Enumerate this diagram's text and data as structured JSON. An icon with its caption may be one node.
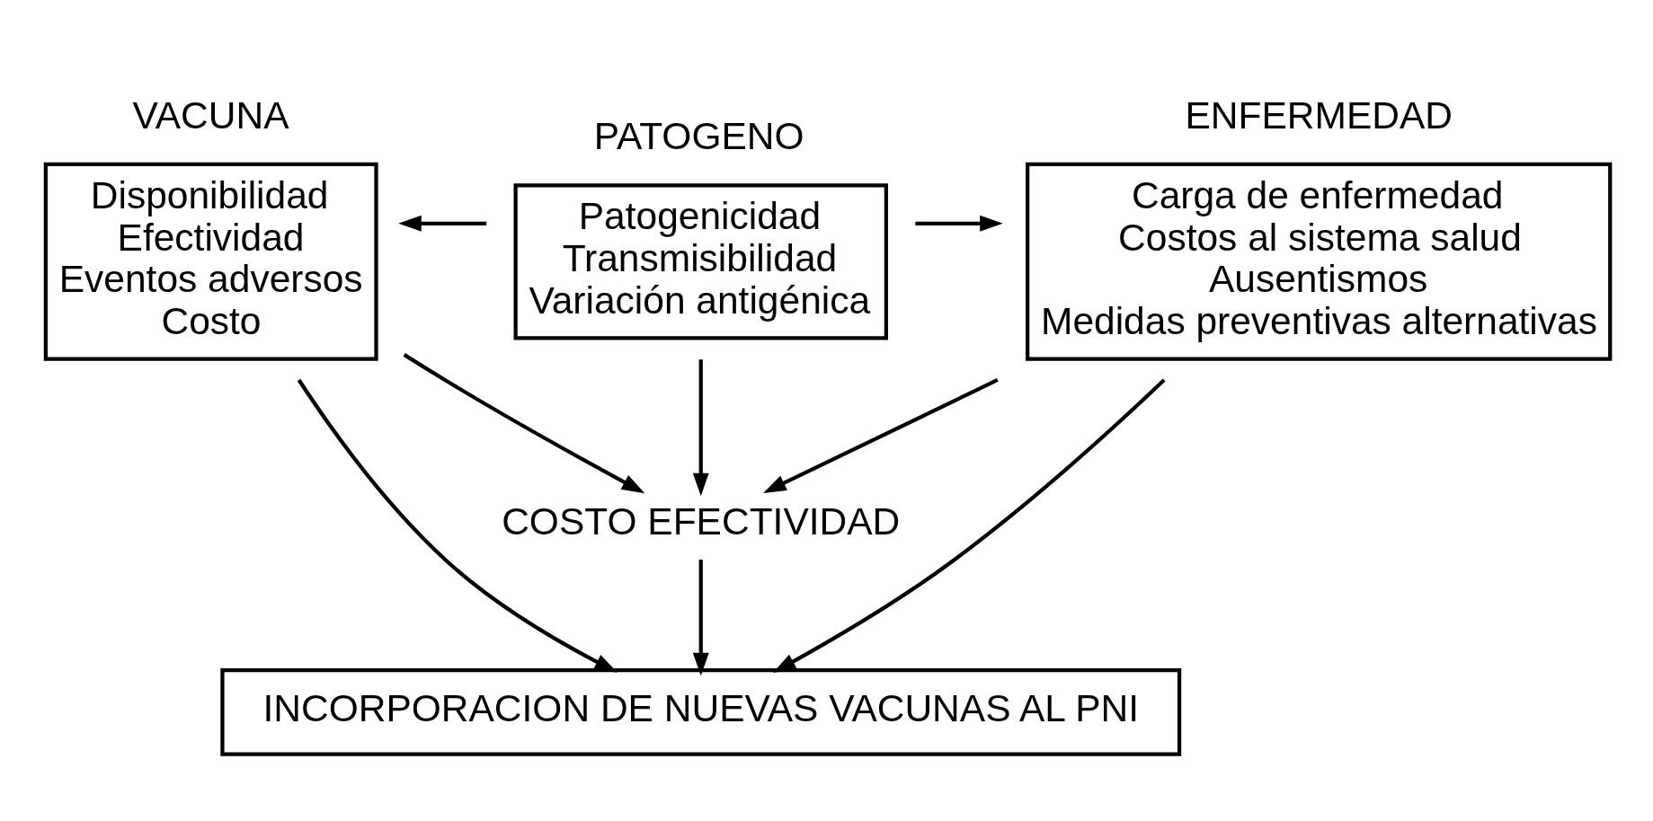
{
  "diagram": {
    "nodes": [
      {
        "text": [
          "VACUNA",
          "Disponibilidad",
          "Efectividad",
          "Eventos adversos",
          "Costo"
        ]
      },
      {
        "text": [
          "PATOGENO",
          "Patogenicidad",
          "Transmisibilidad",
          "Variación antigénica"
        ]
      },
      {
        "text": [
          "ENFERMEDAD",
          "Carga de enfermedad",
          "Costos al sistema salud",
          "Ausentismos",
          "Medidas preventivas alternativas"
        ]
      },
      {
        "text": [
          "COSTO EFECTIVIDAD"
        ]
      },
      {
        "text": [
          "INCORPORACION DE NUEVAS VACUNAS AL PNI"
        ]
      }
    ],
    "edges": [
      {
        "from": 1,
        "to": 0,
        "arrow": "to"
      },
      {
        "from": 1,
        "to": 2,
        "arrow": "to"
      },
      {
        "from": 0,
        "to": 3,
        "arrow": "to"
      },
      {
        "from": 1,
        "to": 3,
        "arrow": "to"
      },
      {
        "from": 2,
        "to": 3,
        "arrow": "to"
      },
      {
        "from": 0,
        "to": 4,
        "arrow": "to"
      },
      {
        "from": 3,
        "to": 4,
        "arrow": "to"
      },
      {
        "from": 2,
        "to": 4,
        "arrow": "to"
      }
    ]
  }
}
